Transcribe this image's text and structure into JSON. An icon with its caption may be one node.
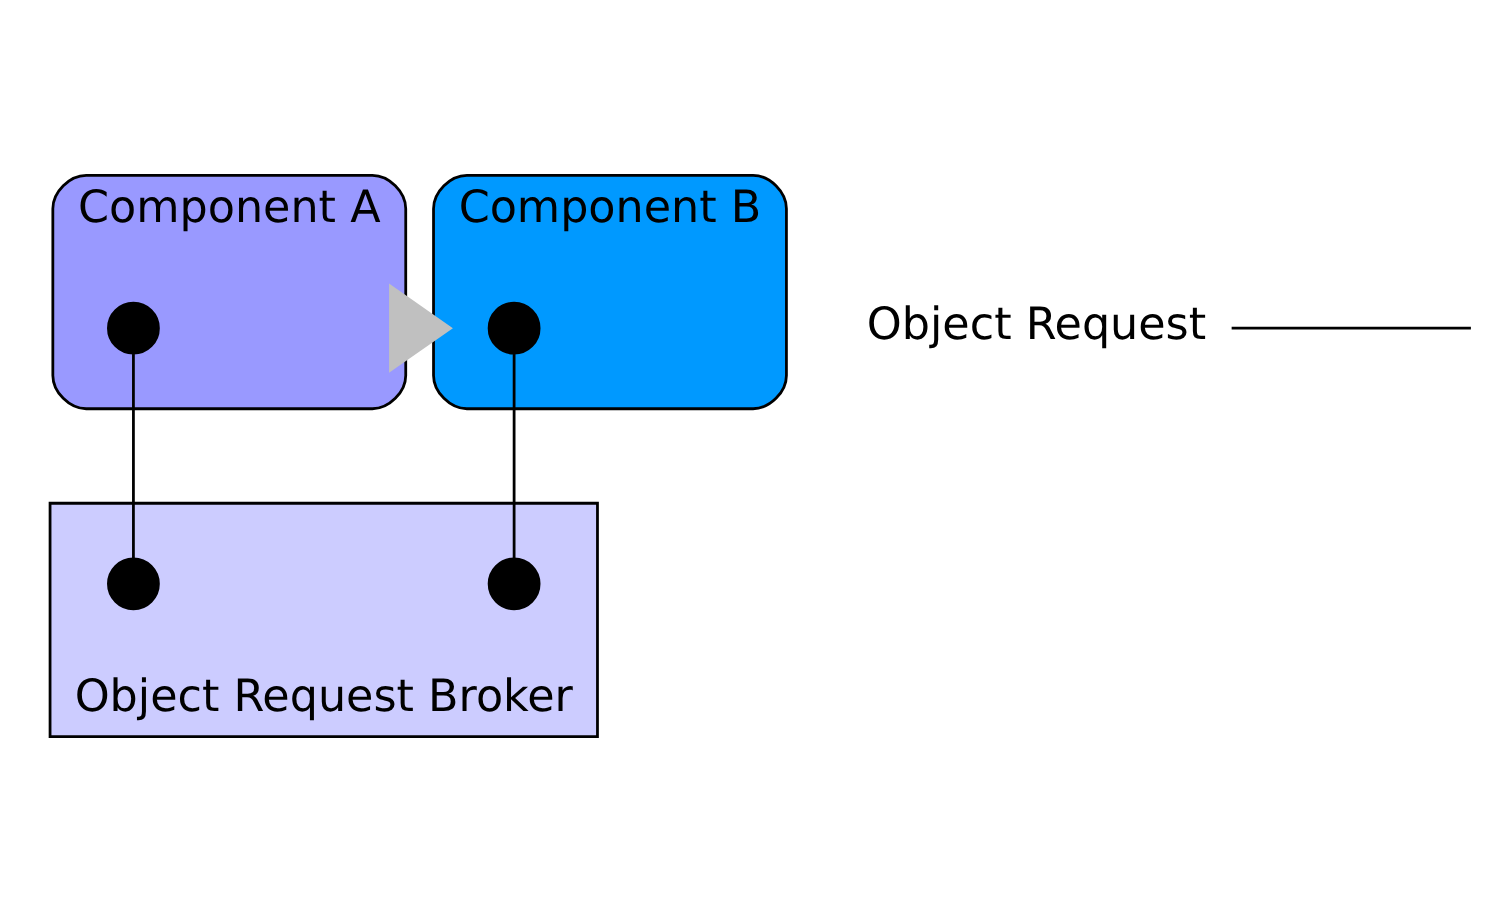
{
  "diagram": {
    "nodes": [
      {
        "text": [
          "Component A"
        ]
      },
      {
        "text": [
          "Component B"
        ]
      },
      {
        "text": [
          "Object Request Broker"
        ]
      },
      {
        "text": [
          "Object Request"
        ]
      },
      {
        "text": [],
        "shape": "circle",
        "in": 0
      },
      {
        "text": [],
        "shape": "circle",
        "in": 1
      },
      {
        "text": [],
        "shape": "circle",
        "in": 2
      },
      {
        "text": [],
        "shape": "circle",
        "in": 2
      }
    ],
    "edges": [
      {
        "from": 4,
        "to": 6,
        "arrow": "none"
      },
      {
        "from": 5,
        "to": 7,
        "arrow": "none"
      },
      {
        "from": 0,
        "to": 1,
        "arrow": "to",
        "style": "thick",
        "color": "#c0c0c0"
      },
      {
        "from": 3,
        "to": null,
        "arrow": "none"
      }
    ]
  }
}
